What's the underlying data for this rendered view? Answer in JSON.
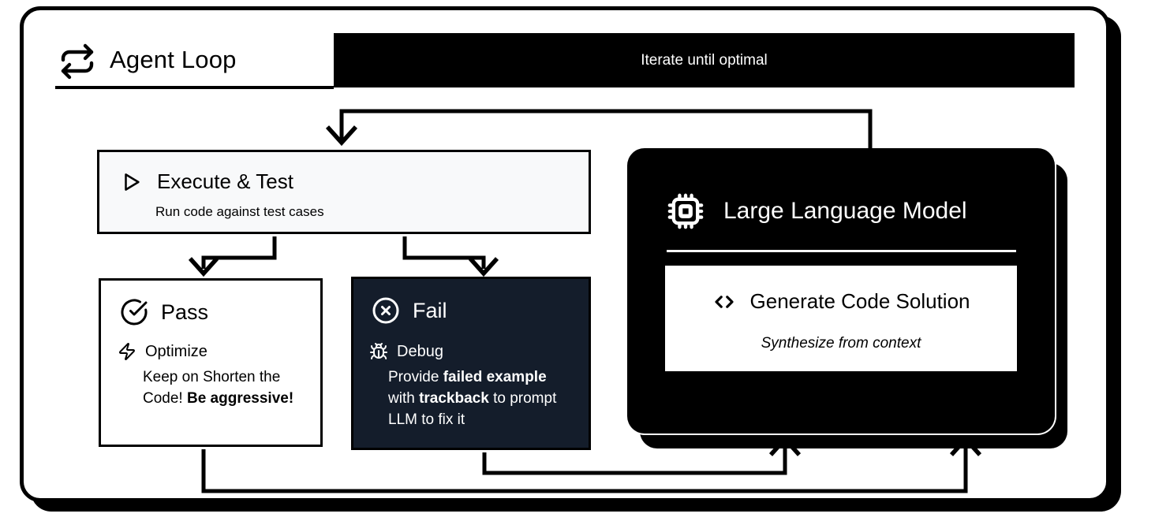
{
  "colors": {
    "ink": "#000000",
    "paper": "#ffffff",
    "panel_light": "#f8f9fa",
    "panel_dark": "#141d2b"
  },
  "header": {
    "title": "Agent Loop",
    "icon": "repeat-loop-icon"
  },
  "banner": {
    "label": "Iterate until optimal"
  },
  "nodes": {
    "execute": {
      "icon": "play-icon",
      "title": "Execute & Test",
      "subtitle": "Run code against test cases"
    },
    "pass": {
      "icon": "check-circle-icon",
      "title": "Pass",
      "action_icon": "lightning-icon",
      "action_label": "Optimize",
      "body": [
        {
          "text": "Keep on Shorten the Code! "
        },
        {
          "text": "Be aggressive!",
          "bold": true
        }
      ]
    },
    "fail": {
      "icon": "x-circle-icon",
      "title": "Fail",
      "action_icon": "bug-icon",
      "action_label": "Debug",
      "body": [
        {
          "text": "Provide "
        },
        {
          "text": "failed example",
          "bold": true
        },
        {
          "text": " with "
        },
        {
          "text": "trackback",
          "bold": true
        },
        {
          "text": " to prompt LLM to fix it"
        }
      ]
    },
    "llm": {
      "icon": "chip-icon",
      "title": "Large Language Model",
      "inner": {
        "icon": "code-icon",
        "title": "Generate Code Solution",
        "subtitle": "Synthesize from context"
      }
    }
  }
}
